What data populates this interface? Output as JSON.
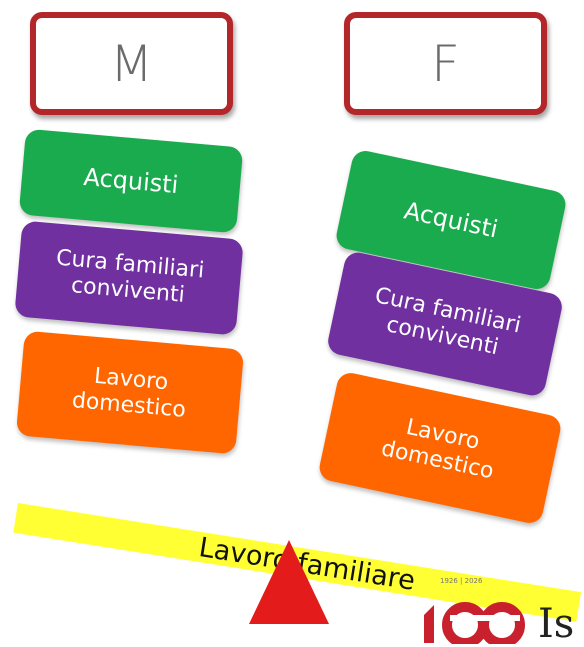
{
  "columns": {
    "male": {
      "header": "M",
      "blocks": {
        "shopping": "Acquisti",
        "care": "Cura familiari\nconviventi",
        "domestic": "Lavoro\ndomestico"
      }
    },
    "female": {
      "header": "F",
      "blocks": {
        "shopping": "Acquisti",
        "care": "Cura familiari\nconviventi",
        "domestic": "Lavoro\ndomestico"
      }
    }
  },
  "balance": {
    "beam_label": "Lavoro familiare"
  },
  "logo": {
    "years": "1926 | 2026",
    "text": "Is"
  },
  "colors": {
    "header_border": "#b3262a",
    "shopping": "#1aab4f",
    "care": "#7030a0",
    "domestic": "#ff6600",
    "beam": "#ffff33",
    "fulcrum": "#e31b1b",
    "logo": "#c8202c"
  }
}
